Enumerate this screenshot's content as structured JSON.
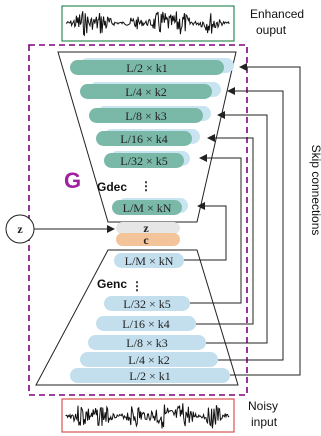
{
  "top_caption": [
    "Enhanced",
    "ouput"
  ],
  "bottom_caption": [
    "Noisy",
    "input"
  ],
  "g_label": "G",
  "gdec_label": "Gdec",
  "genc_label": "Genc",
  "z_circle_label": "z",
  "z_bar_label": "z",
  "c_bar_label": "c",
  "skip_label": "Skip connections",
  "dots": "⋮",
  "decoder_layers": [
    "L/2 × k1",
    "L/4 × k2",
    "L/8 × k3",
    "L/16 × k4",
    "L/32 × k5",
    "L/M × kN"
  ],
  "encoder_layers": [
    "L/M × kN",
    "L/32 × k5",
    "L/16 × k4",
    "L/8 × k3",
    "L/4 × k2",
    "L/2 × k1"
  ],
  "colors": {
    "decoder_fill": "#7ab8a7",
    "decoder_shadow": "#c9e4f1",
    "encoder_fill": "#c3dfee",
    "c_fill": "#f3c49a",
    "z_fill": "#e6e6e6",
    "g_color": "#a020a0",
    "frame_color": "#800080",
    "input_box": "#d9534f",
    "output_box": "#2e8b57"
  }
}
